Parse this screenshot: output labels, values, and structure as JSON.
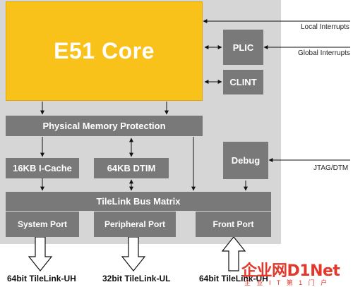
{
  "blocks": {
    "core": "E51 Core",
    "plic": "PLIC",
    "clint": "CLINT",
    "pmp": "Physical Memory Protection",
    "icache": "16KB I-Cache",
    "dtim": "64KB DTIM",
    "debug": "Debug",
    "bus": "TileLink Bus Matrix",
    "system_port": "System Port",
    "peripheral_port": "Peripheral Port",
    "front_port": "Front Port"
  },
  "signals": {
    "local_interrupts": "Local Interrupts",
    "global_interrupts": "Global Interrupts",
    "jtag": "JTAG/DTM"
  },
  "bottom_labels": {
    "system": "64bit TileLink-UH",
    "peripheral": "32bit TileLink-UL",
    "front": "64bit TileLink-UH"
  },
  "watermark": {
    "brand": "企业网D1Net",
    "tagline": "企 业 I T 第 1 门 户"
  },
  "colors": {
    "core": "#f9c21a",
    "block": "#797979",
    "panel": "#d6d6d6",
    "watermark": "#e2372a"
  }
}
